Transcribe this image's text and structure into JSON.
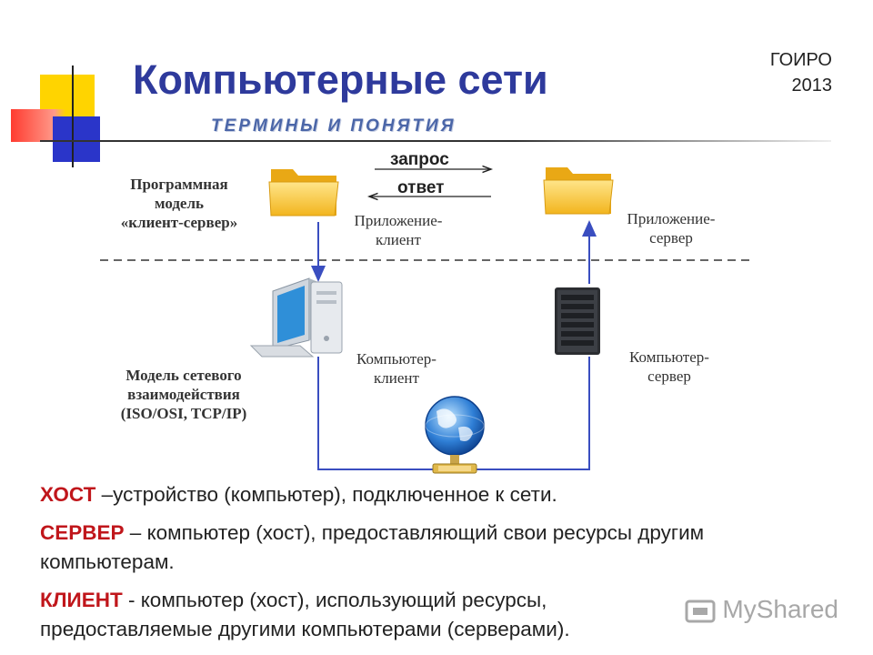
{
  "header": {
    "title": "Компьютерные сети",
    "subtitle": "ТЕРМИНЫ И ПОНЯТИЯ",
    "org_line1": "ГОИРО",
    "org_line2": "2013"
  },
  "diagram": {
    "software_model_label": [
      "Программная",
      "модель",
      "«клиент-сервер»"
    ],
    "network_model_label": [
      "Модель сетевого",
      "взаимодействия",
      "(ISO/OSI, TCP/IP)"
    ],
    "request_label": "запрос",
    "response_label": "ответ",
    "app_client_label": [
      "Приложение-",
      "клиент"
    ],
    "app_server_label": [
      "Приложение-",
      "сервер"
    ],
    "computer_client_label": [
      "Компьютер-",
      "клиент"
    ],
    "computer_server_label": [
      "Компьютер-",
      "сервер"
    ]
  },
  "definitions": [
    {
      "term": "ХОСТ",
      "sep": " –",
      "text": "устройство (компьютер), подключенное к сети."
    },
    {
      "term": "СЕРВЕР",
      "sep": " – ",
      "text": "компьютер (хост), предоставляющий свои ресурсы другим компьютерам."
    },
    {
      "term": "КЛИЕНТ",
      "sep": " - ",
      "text": "компьютер (хост), использующий ресурсы, предоставляемые другими компьютерами (серверами)."
    }
  ],
  "watermark": "MyShared",
  "colors": {
    "title": "#2e3a9c",
    "subtitle": "#4b66a8",
    "term": "#c0161b",
    "arrows": "#3a4ec0",
    "folder": "#f5c842"
  },
  "icons": [
    "folder-icon",
    "desktop-computer-icon",
    "server-tower-icon",
    "network-globe-icon",
    "watermark-logo-icon"
  ]
}
